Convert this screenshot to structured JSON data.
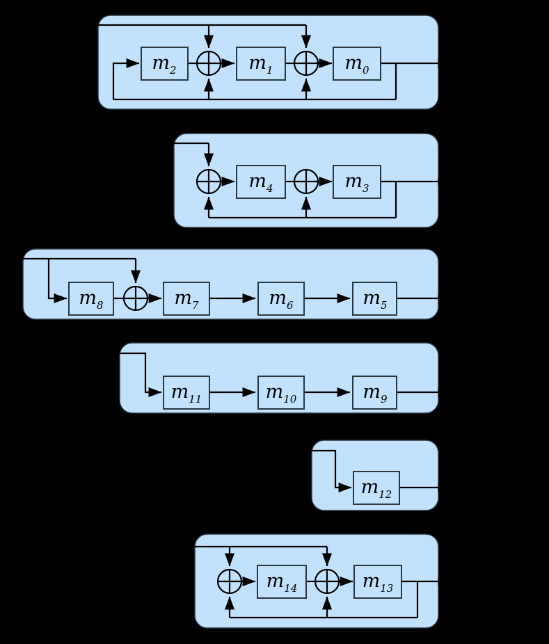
{
  "figure": {
    "title": "LFSR stage block diagram",
    "background_color": "#000000",
    "block_fill": "#c2e1fc",
    "block_stroke": "#2a3640",
    "wire_color": "#000000",
    "register_fill": "#c2e1fc"
  },
  "xor_glyph": "⊕",
  "blocks": [
    {
      "id": "block-1",
      "registers": [
        "m2",
        "m1",
        "m0"
      ],
      "register_labels": [
        {
          "base": "m",
          "sub": "2"
        },
        {
          "base": "m",
          "sub": "1"
        },
        {
          "base": "m",
          "sub": "0"
        }
      ],
      "xor_count": 2,
      "has_top_bus": true,
      "has_bottom_bus": true,
      "output_arrow": true
    },
    {
      "id": "block-2",
      "registers": [
        "m4",
        "m3"
      ],
      "register_labels": [
        {
          "base": "m",
          "sub": "4"
        },
        {
          "base": "m",
          "sub": "3"
        }
      ],
      "xor_count": 2,
      "has_top_bus": true,
      "has_bottom_bus": true,
      "output_arrow": true
    },
    {
      "id": "block-3",
      "registers": [
        "m8",
        "m7",
        "m6",
        "m5"
      ],
      "register_labels": [
        {
          "base": "m",
          "sub": "8"
        },
        {
          "base": "m",
          "sub": "7"
        },
        {
          "base": "m",
          "sub": "6"
        },
        {
          "base": "m",
          "sub": "5"
        }
      ],
      "xor_count": 1,
      "has_top_bus": true,
      "has_bottom_bus": false,
      "output_arrow": true
    },
    {
      "id": "block-4",
      "registers": [
        "m11",
        "m10",
        "m9"
      ],
      "register_labels": [
        {
          "base": "m",
          "sub": "11"
        },
        {
          "base": "m",
          "sub": "10"
        },
        {
          "base": "m",
          "sub": "9"
        }
      ],
      "xor_count": 0,
      "has_top_bus": true,
      "has_bottom_bus": false,
      "output_arrow": true
    },
    {
      "id": "block-5",
      "registers": [
        "m12"
      ],
      "register_labels": [
        {
          "base": "m",
          "sub": "12"
        }
      ],
      "xor_count": 0,
      "has_top_bus": true,
      "has_bottom_bus": false,
      "output_arrow": true
    },
    {
      "id": "block-6",
      "registers": [
        "m14",
        "m13"
      ],
      "register_labels": [
        {
          "base": "m",
          "sub": "14"
        },
        {
          "base": "m",
          "sub": "13"
        }
      ],
      "xor_count": 2,
      "has_top_bus": true,
      "has_bottom_bus": true,
      "output_arrow": true
    }
  ],
  "labels": {
    "m0": {
      "base": "m",
      "sub": "0"
    },
    "m1": {
      "base": "m",
      "sub": "1"
    },
    "m2": {
      "base": "m",
      "sub": "2"
    },
    "m3": {
      "base": "m",
      "sub": "3"
    },
    "m4": {
      "base": "m",
      "sub": "4"
    },
    "m5": {
      "base": "m",
      "sub": "5"
    },
    "m6": {
      "base": "m",
      "sub": "6"
    },
    "m7": {
      "base": "m",
      "sub": "7"
    },
    "m8": {
      "base": "m",
      "sub": "8"
    },
    "m9": {
      "base": "m",
      "sub": "9"
    },
    "m10": {
      "base": "m",
      "sub": "10"
    },
    "m11": {
      "base": "m",
      "sub": "11"
    },
    "m12": {
      "base": "m",
      "sub": "12"
    },
    "m13": {
      "base": "m",
      "sub": "13"
    },
    "m14": {
      "base": "m",
      "sub": "14"
    }
  }
}
